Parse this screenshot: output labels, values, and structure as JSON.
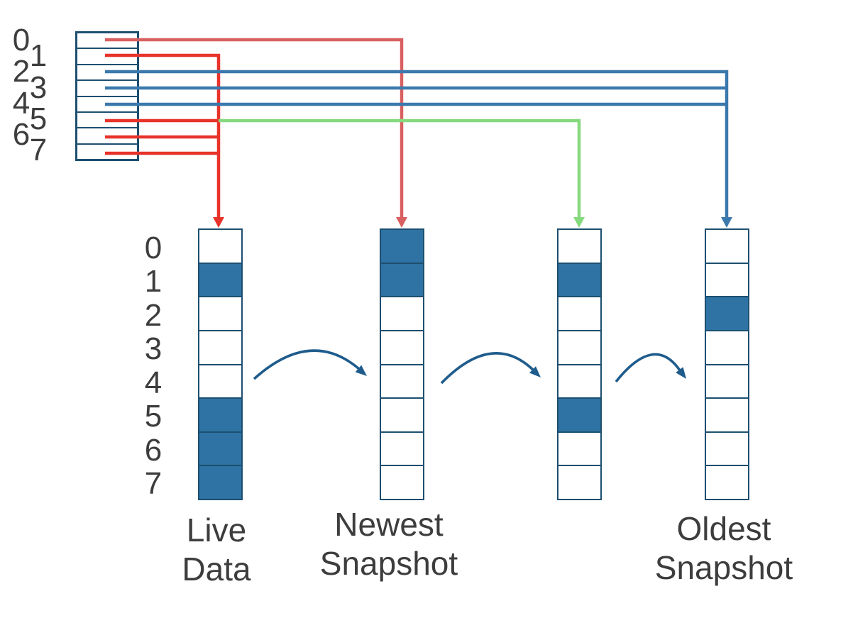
{
  "diagram": {
    "title_hint": "snapshot-copy-diagram",
    "register": {
      "labels": [
        "0",
        "1",
        "2",
        "3",
        "4",
        "5",
        "6",
        "7"
      ]
    },
    "row_labels": [
      "0",
      "1",
      "2",
      "3",
      "4",
      "5",
      "6",
      "7"
    ],
    "columns": [
      {
        "name": "live-data",
        "label_lines": [
          "Live",
          "Data"
        ],
        "cells": [
          0,
          1,
          0,
          0,
          0,
          1,
          1,
          1
        ]
      },
      {
        "name": "newest-snapshot",
        "label_lines": [
          "Newest",
          "Snapshot"
        ],
        "cells": [
          1,
          1,
          0,
          0,
          0,
          0,
          0,
          0
        ]
      },
      {
        "name": "middle-snapshot",
        "label_lines": [],
        "cells": [
          0,
          1,
          0,
          0,
          0,
          1,
          0,
          0
        ]
      },
      {
        "name": "oldest-snapshot",
        "label_lines": [
          "Oldest",
          "Snapshot"
        ],
        "cells": [
          0,
          0,
          1,
          0,
          0,
          0,
          0,
          0
        ]
      }
    ],
    "wires": [
      {
        "from_row": "0",
        "to": "newest-snapshot",
        "color_name": "salmon"
      },
      {
        "from_row": "1",
        "to": "live-data",
        "color_name": "red"
      },
      {
        "from_row": "2",
        "to": "oldest-snapshot",
        "color_name": "blue"
      },
      {
        "from_row": "3",
        "to": "oldest-snapshot",
        "color_name": "blue"
      },
      {
        "from_row": "4",
        "to": "oldest-snapshot",
        "color_name": "blue"
      },
      {
        "from_row": "5",
        "to": "live-data",
        "color_name": "red"
      },
      {
        "from_row": "5",
        "to": "middle-snapshot",
        "color_name": "green"
      },
      {
        "from_row": "6",
        "to": "live-data",
        "color_name": "red"
      },
      {
        "from_row": "7",
        "to": "live-data",
        "color_name": "red"
      }
    ],
    "arc_arrows": [
      {
        "from": "live-data",
        "to": "newest-snapshot"
      },
      {
        "from": "newest-snapshot",
        "to": "middle-snapshot"
      },
      {
        "from": "middle-snapshot",
        "to": "oldest-snapshot"
      }
    ],
    "colors": {
      "background": "#ffffff",
      "cell_fill": "#2e73a3",
      "cell_border": "#1d4f70",
      "wire_red": "#e8332a",
      "wire_salmon": "#d96060",
      "wire_blue": "#3b79ad",
      "wire_green": "#86d97e",
      "arc": "#1f5c8c",
      "text": "#3d3d3d"
    }
  }
}
